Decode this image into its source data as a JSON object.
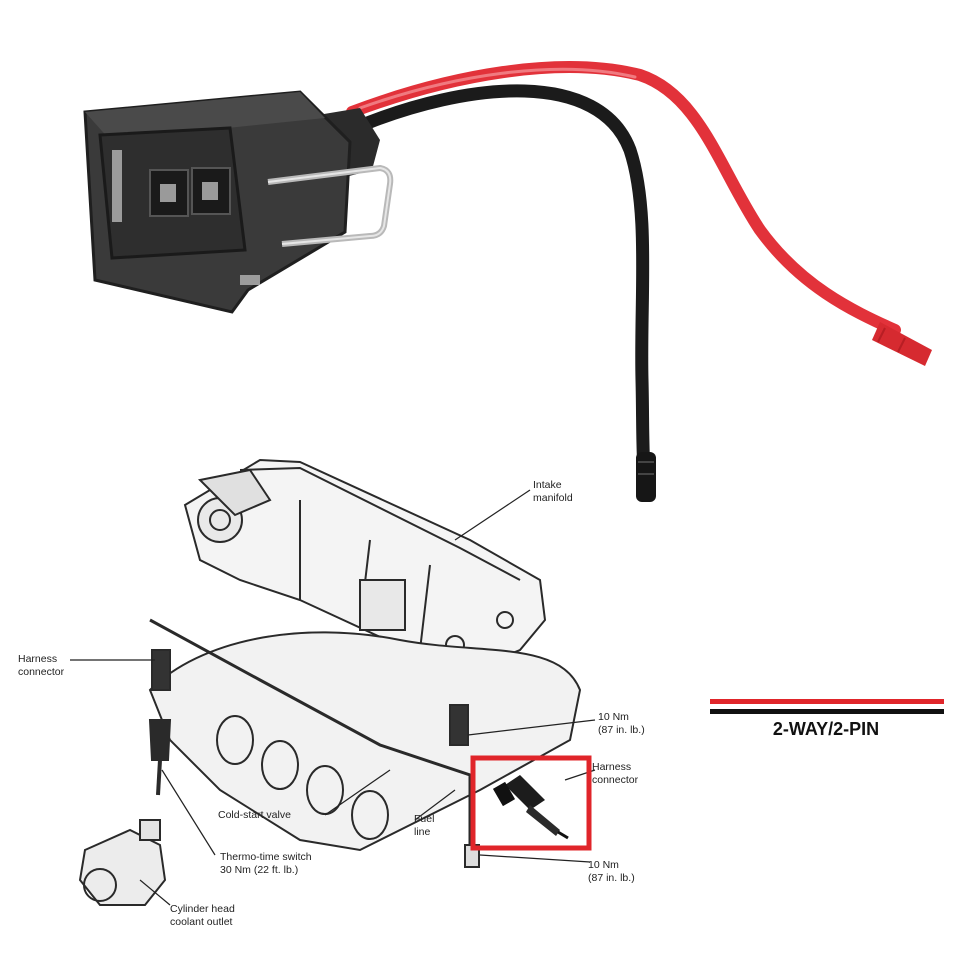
{
  "colors": {
    "housing": "#3a3a3a",
    "housing_dark": "#1f1f1f",
    "wire_red": "#e2323a",
    "wire_black": "#1b1b1b",
    "clip_metal": "#b9b9b9",
    "highlight_box": "#e0252a",
    "stripe_red": "#e0252a",
    "stripe_black": "#111111",
    "drawing_line": "#2a2a2a"
  },
  "product": {
    "connector_icon": "two-pin-connector-pigtail",
    "wires": [
      "red",
      "black"
    ]
  },
  "diagram": {
    "labels": {
      "intake_manifold": [
        "Intake",
        "manifold"
      ],
      "harness_connector_left": [
        "Harness",
        "connector"
      ],
      "torque_top": [
        "10 Nm",
        "(87 in. lb.)"
      ],
      "harness_connector_right": [
        "Harness",
        "connector"
      ],
      "cold_start_valve": [
        "Cold-start valve"
      ],
      "fuel_line": [
        "Fuel",
        "line"
      ],
      "thermo_time_switch": [
        "Thermo-time switch",
        "30 Nm (22 ft. lb.)"
      ],
      "torque_bottom": [
        "10 Nm",
        "(87 in. lb.)"
      ],
      "cylinder_head_outlet": [
        "Cylinder head",
        "coolant outlet"
      ]
    }
  },
  "badge": {
    "text": "2-WAY/2-PIN"
  }
}
